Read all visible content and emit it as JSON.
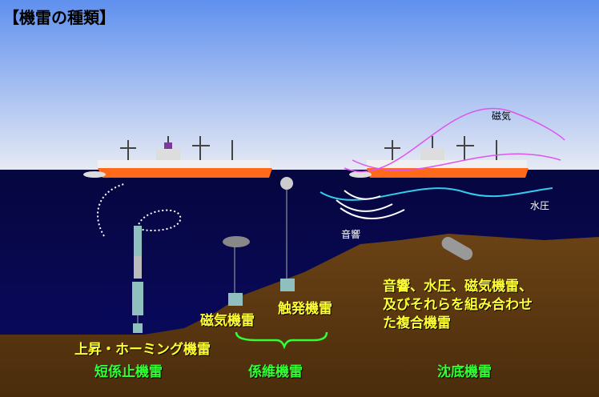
{
  "title": "【機雷の種類】",
  "labels": {
    "magnetic_field": "磁気",
    "water_pressure": "水圧",
    "acoustic": "音響",
    "rising_homing_mine": "上昇・ホーミング機雷",
    "magnetic_mine": "磁気機雷",
    "contact_mine": "触発機雷",
    "bottom_mine_desc_1": "音響、水圧、磁気機雷、",
    "bottom_mine_desc_2": "及びそれらを組み合わせ",
    "bottom_mine_desc_3": "た複合機雷"
  },
  "categories": {
    "short_moored": "短係止機雷",
    "moored": "係維機雷",
    "bottom": "沈底機雷"
  },
  "colors": {
    "sky_top": "#5f90ee",
    "sky_bottom": "#e6eaf4",
    "sea": "#07074f",
    "seabed": "#5a3510",
    "label": "#ffff33",
    "category": "#33ff33"
  }
}
